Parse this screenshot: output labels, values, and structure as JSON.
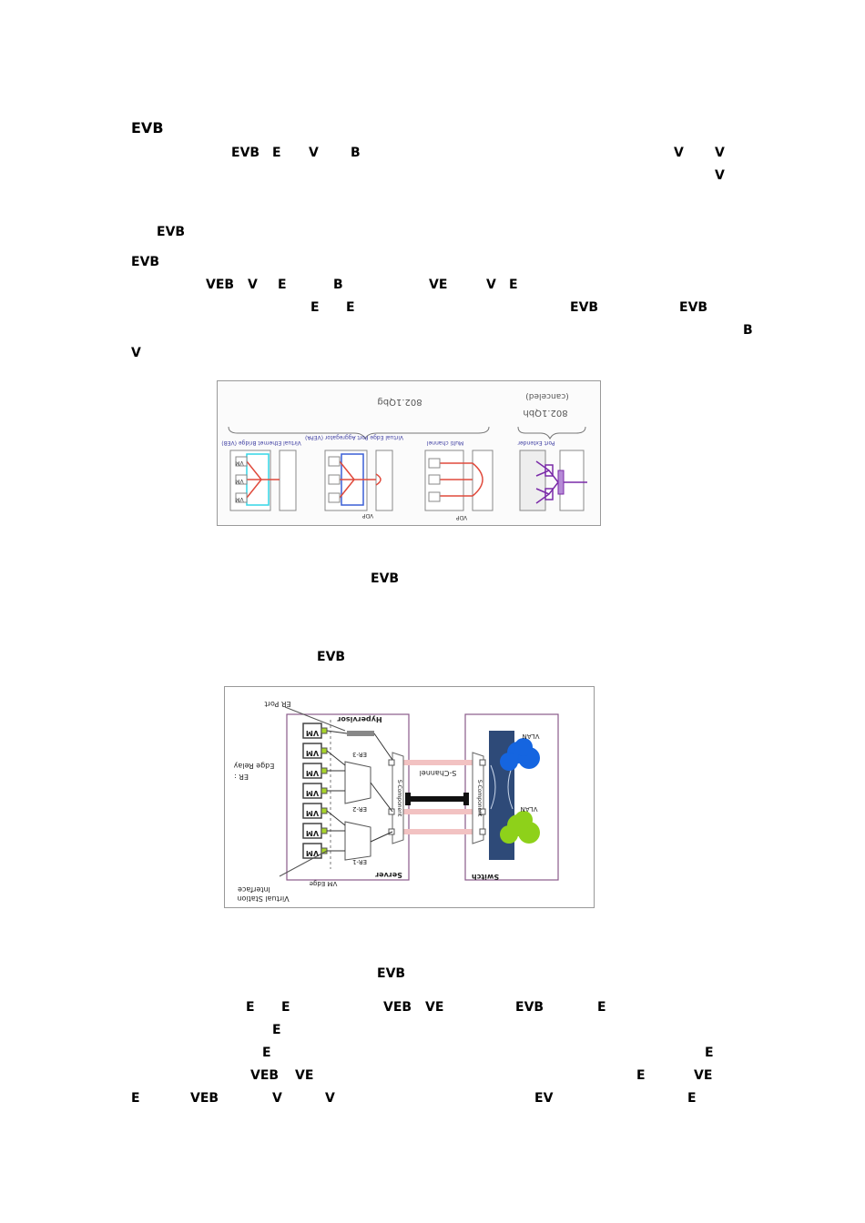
{
  "heading": "EVB",
  "para1": {
    "t1": "EVB",
    "t2": "E",
    "t3": "V",
    "t4": "B",
    "t5": "V",
    "t6": "V",
    "t7": "V"
  },
  "para2": {
    "t1": "EVB"
  },
  "para3": {
    "t1": "EVB",
    "t2": "VEB",
    "t3": "V",
    "t4": "E",
    "t5": "B",
    "t6": "VE",
    "t7": "V",
    "t8": "E",
    "t9": "E",
    "t10": "E",
    "t11": "EVB",
    "t12": "EVB",
    "t13": "B",
    "t14": "V"
  },
  "figure1": {
    "brace_left_label": "802.1Qbg",
    "brace_right_label": "802.1Qbh",
    "brace_right_note": "(canceled)",
    "panel_titles": [
      "Virtual Ethernet Bridge (VEB)",
      "Virtual Edge Port Aggregator (VEPA)",
      "Multi channel",
      "Port Extender"
    ],
    "vm_label": "VM",
    "vdp_label": "VDP",
    "caption": "EVB"
  },
  "figure2": {
    "title_label": "EVB",
    "er_port": "ER Port",
    "hypervisor": "Hypervisor",
    "er_legend": "ER :",
    "edge_relay": "Edge Relay",
    "er1": "ER-1",
    "er2": "ER-2",
    "er3": "ER-3",
    "vm_label": "VM",
    "server": "Server",
    "vm_edge": "VM Edge",
    "vsi_1": "Virtual Station",
    "vsi_2": "Interface",
    "s_channel": "S-Channel",
    "s_component": "S-Component",
    "switch": "Switch",
    "vlan": "VLAN",
    "caption": "EVB"
  },
  "para4": {
    "t1": "E",
    "t2": "E",
    "t3": "VEB",
    "t4": "VE",
    "t5": "EVB",
    "t6": "E",
    "t7": "E",
    "t8": "E",
    "t9": "E",
    "t10": "VEB",
    "t11": "VE",
    "t12": "E",
    "t13": "VE",
    "t14": "E",
    "t15": "VEB",
    "t16": "V",
    "t17": "V",
    "t18": "EV",
    "t19": "E"
  },
  "colors": {
    "red_path": "#e04a3c",
    "cyan_box": "#33d6e6",
    "blue_box": "#3a5fd6",
    "purple": "#7a2aa8",
    "switch_bar": "#2e4a78",
    "vlan_blue": "#1565e0",
    "vlan_green": "#8ed11a",
    "server_border": "#8a5a8a",
    "s_channel_pink": "#f2c2c2"
  }
}
